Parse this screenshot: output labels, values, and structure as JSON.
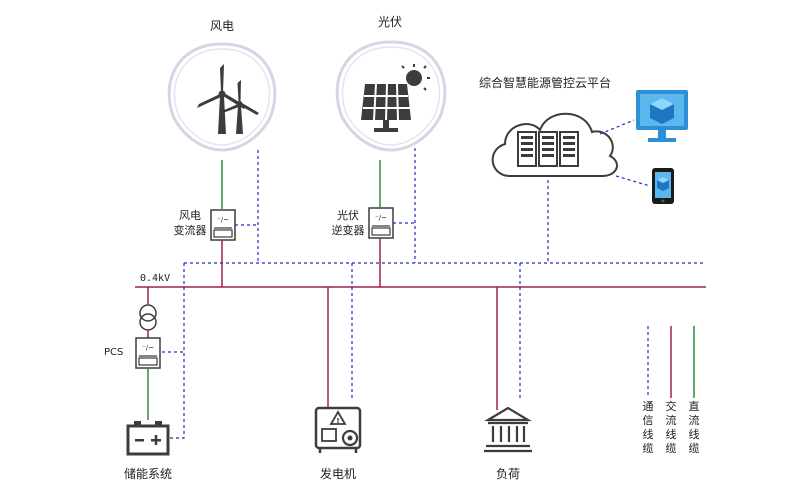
{
  "labels": {
    "wind": "风电",
    "solar": "光伏",
    "cloud_platform": "综合智慧能源管控云平台",
    "wind_converter_l1": "风电",
    "wind_converter_l2": "变流器",
    "pv_inverter_l1": "光伏",
    "pv_inverter_l2": "逆变器",
    "voltage": "0.4kV",
    "pcs": "PCS",
    "storage": "储能系统",
    "generator": "发电机",
    "load": "负荷"
  },
  "legend": [
    {
      "text": "通信线缆",
      "color": "#1f2fbf",
      "style": "dashed"
    },
    {
      "text": "交流线缆",
      "color": "#a3214f",
      "style": "solid"
    },
    {
      "text": "直流线缆",
      "color": "#2f8a3a",
      "style": "solid"
    }
  ],
  "colors": {
    "comm": "#1f2fbf",
    "ac": "#a3214f",
    "dc": "#2f8a3a",
    "icon": "#3c3c3c",
    "device_blue": "#2d8fd6"
  }
}
